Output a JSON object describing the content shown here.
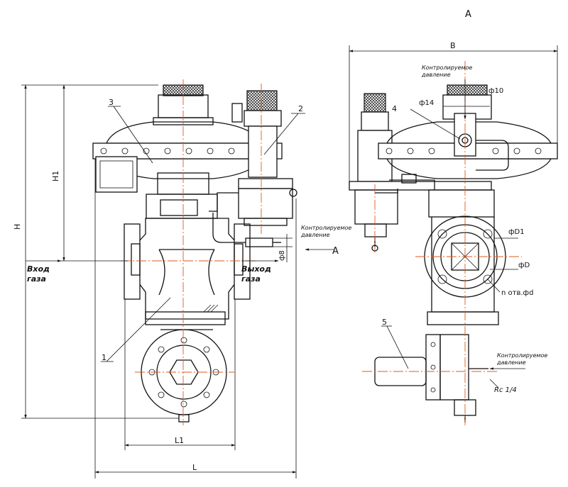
{
  "labels": {
    "view_title": "A",
    "section_arrow": "A",
    "dim_B": "B",
    "dim_H": "H",
    "dim_H1": "H1",
    "dim_L": "L",
    "dim_L1": "L1",
    "dim_phi8": "ф8",
    "dim_phi10": "ф10",
    "dim_phi14": "ф14",
    "dim_phiD1": "фD1",
    "dim_phiD": "фD",
    "holes": "n отв.фd",
    "thread": "Rc 1/4",
    "inlet_line1": "Вход",
    "inlet_line2": "газа",
    "outlet_line1": "Выход",
    "outlet_line2": "газа",
    "controlled_top_1": "Контролируемое",
    "controlled_top_2": "давление",
    "controlled_mid_1": "Контролируемое",
    "controlled_mid_2": "давление",
    "controlled_bot_1": "Контролируемое",
    "controlled_bot_2": "давление"
  },
  "callouts": [
    "1",
    "2",
    "3",
    "4",
    "5"
  ],
  "colors": {
    "lines": "#111111",
    "axis": "#e05a1a",
    "background": "#ffffff"
  }
}
